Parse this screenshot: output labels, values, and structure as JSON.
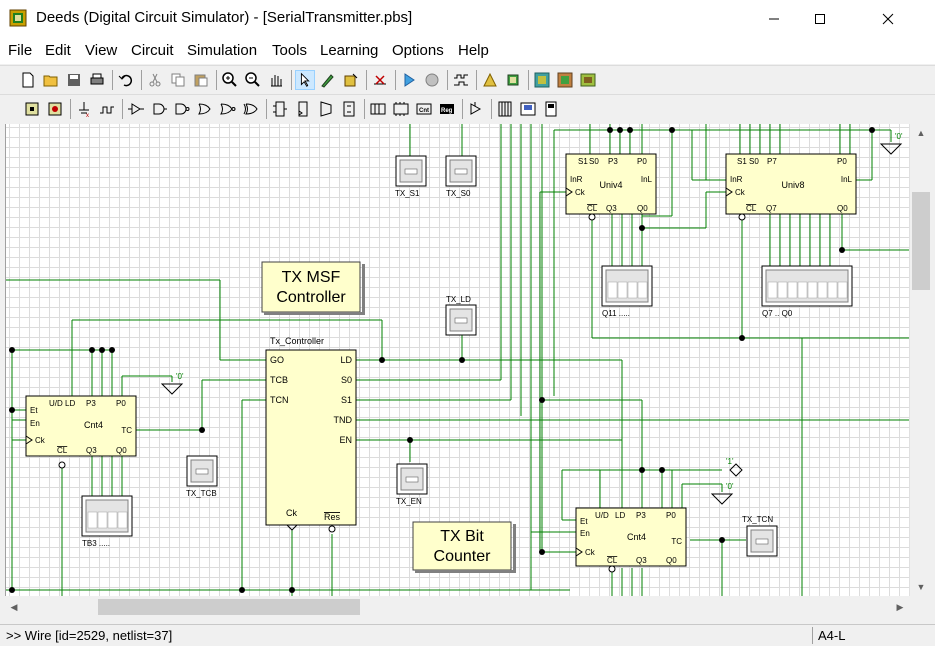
{
  "window": {
    "title": "Deeds (Digital Circuit Simulator) - [SerialTransmitter.pbs]"
  },
  "menu": [
    "File",
    "Edit",
    "View",
    "Circuit",
    "Simulation",
    "Tools",
    "Learning",
    "Options",
    "Help"
  ],
  "toolbar1": [
    {
      "name": "new-file-icon"
    },
    {
      "name": "open-folder-icon"
    },
    {
      "name": "save-icon"
    },
    {
      "name": "print-icon"
    },
    {
      "sep": true
    },
    {
      "name": "undo-icon"
    },
    {
      "sep": true
    },
    {
      "name": "cut-icon"
    },
    {
      "name": "copy-icon"
    },
    {
      "name": "paste-icon"
    },
    {
      "sep": true
    },
    {
      "name": "zoom-in-icon"
    },
    {
      "name": "zoom-out-icon"
    },
    {
      "name": "pan-hand-icon"
    },
    {
      "sep": true
    },
    {
      "name": "select-pointer-icon",
      "active": true
    },
    {
      "name": "wire-pen-icon"
    },
    {
      "name": "component-edit-icon"
    },
    {
      "sep": true
    },
    {
      "name": "clear-icon"
    },
    {
      "sep": true
    },
    {
      "name": "run-simulation-icon"
    },
    {
      "name": "stop-simulation-icon"
    },
    {
      "sep": true
    },
    {
      "name": "timing-diagram-icon"
    },
    {
      "sep": true
    },
    {
      "name": "fsm-icon"
    },
    {
      "name": "chip-icon"
    },
    {
      "sep": true
    },
    {
      "name": "fpga-board-icon"
    },
    {
      "name": "fpga-chip-icon"
    },
    {
      "name": "vhdl-export-icon"
    }
  ],
  "toolbar2": [
    {
      "name": "input-switch-icon"
    },
    {
      "name": "output-led-icon"
    },
    {
      "sep": true
    },
    {
      "name": "ground-icon"
    },
    {
      "name": "clock-source-icon"
    },
    {
      "sep": true
    },
    {
      "name": "buffer-gate-icon"
    },
    {
      "name": "and-gate-icon"
    },
    {
      "name": "nand-gate-icon"
    },
    {
      "name": "or-gate-icon"
    },
    {
      "name": "nor-gate-icon"
    },
    {
      "name": "xor-gate-icon"
    },
    {
      "sep": true
    },
    {
      "name": "mux-icon"
    },
    {
      "name": "flipflop-icon"
    },
    {
      "name": "decoder-icon"
    },
    {
      "name": "latch-icon"
    },
    {
      "sep": true
    },
    {
      "name": "register-icon"
    },
    {
      "name": "counter-icon"
    },
    {
      "name": "cnt-icon"
    },
    {
      "name": "reg-icon"
    },
    {
      "sep": true
    },
    {
      "name": "tristate-icon"
    },
    {
      "sep": true
    },
    {
      "name": "bus-icon"
    },
    {
      "name": "display-icon"
    },
    {
      "name": "keypad-icon"
    }
  ],
  "circuit": {
    "labels": {
      "tx_msf_line1": "TX MSF",
      "tx_msf_line2": "Controller",
      "tx_bit_line1": "TX Bit",
      "tx_bit_line2": "Counter",
      "tx_controller": "Tx_Controller",
      "tx_s1": "TX_S1",
      "tx_s0": "TX_S0",
      "tx_ld": "TX_LD",
      "tx_tcb": "TX_TCB",
      "tx_en": "TX_EN",
      "tx_tcn": "TX_TCN",
      "q11": "Q11 .....",
      "q7": "Q7 .. Q0",
      "tb3": "TB3 .....",
      "zero1": "'0'",
      "zero2": "'0'",
      "zero3": "'0'",
      "one1": "'1'"
    },
    "controller_pins": {
      "go": "GO",
      "tcb": "TCB",
      "tcn": "TCN",
      "ld": "LD",
      "s0": "S0",
      "s1": "S1",
      "tnd": "TND",
      "en": "EN",
      "ck": "Ck",
      "res": "Res"
    },
    "univ4": {
      "name": "Univ4",
      "s1": "S1",
      "s0": "S0",
      "p3": "P3",
      "p0": "P0",
      "inr": "InR",
      "inl": "InL",
      "ck": "Ck",
      "cl": "CL",
      "q3": "Q3",
      "q0": "Q0"
    },
    "univ8": {
      "name": "Univ8",
      "s1": "S1",
      "s0": "S0",
      "p7": "P7",
      "p0": "P0",
      "inr": "InR",
      "inl": "InL",
      "ck": "Ck",
      "cl": "CL",
      "q7": "Q7",
      "q0": "Q0"
    },
    "cnt4a": {
      "name": "Cnt4",
      "ud": "U/D",
      "ld": "LD",
      "p3": "P3",
      "p0": "P0",
      "et": "Et",
      "en": "En",
      "ck": "Ck",
      "tc": "TC",
      "cl": "CL",
      "q3": "Q3",
      "q0": "Q0"
    },
    "cnt4b": {
      "name": "Cnt4",
      "ud": "U/D",
      "ld": "LD",
      "p3": "P3",
      "p0": "P0",
      "et": "Et",
      "en": "En",
      "ck": "Ck",
      "tc": "TC",
      "cl": "CL",
      "q3": "Q3",
      "q0": "Q0"
    }
  },
  "status": {
    "text": ">>  Wire  [id=2529, netlist=37]",
    "page": "A4-L"
  }
}
